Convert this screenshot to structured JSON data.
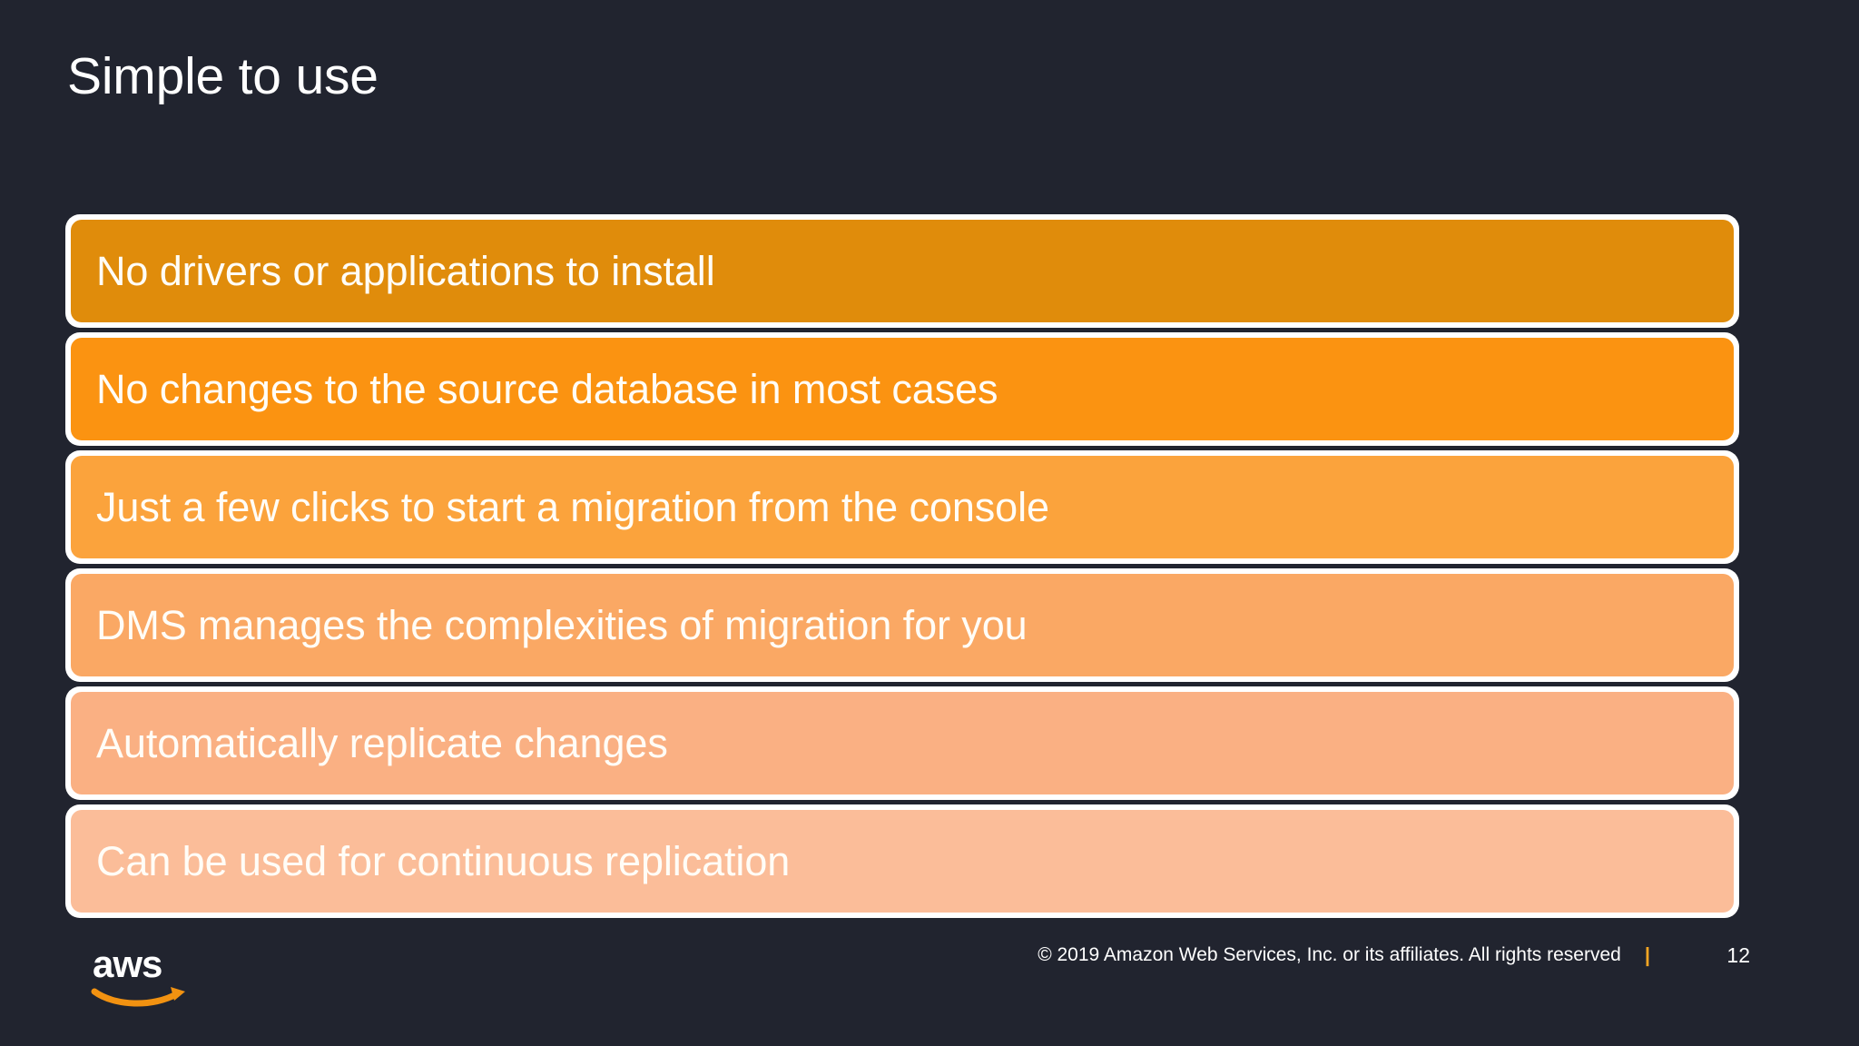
{
  "slide": {
    "title": "Simple to use",
    "background_color": "#21242f",
    "page_number": "12"
  },
  "bullets": [
    {
      "label": "No drivers or applications to install",
      "color": "#e08c0b",
      "width_pct": 100
    },
    {
      "label": "No changes to the source database in most cases",
      "color": "#fb9311",
      "width_pct": 100
    },
    {
      "label": "Just a few clicks to start a migration from the console",
      "color": "#fba33c",
      "width_pct": 100
    },
    {
      "label": "DMS manages the complexities of migration for you",
      "color": "#faa864",
      "width_pct": 100
    },
    {
      "label": "Automatically replicate changes",
      "color": "#fab083",
      "width_pct": 100
    },
    {
      "label": "Can be used for continuous replication",
      "color": "#fbbd99",
      "width_pct": 100
    }
  ],
  "footer": {
    "logo_text": "aws",
    "copyright": "© 2019 Amazon Web Services, Inc. or its affiliates. All rights reserved",
    "divider": "|",
    "page_number": "12",
    "accent_color": "#f5a623"
  }
}
